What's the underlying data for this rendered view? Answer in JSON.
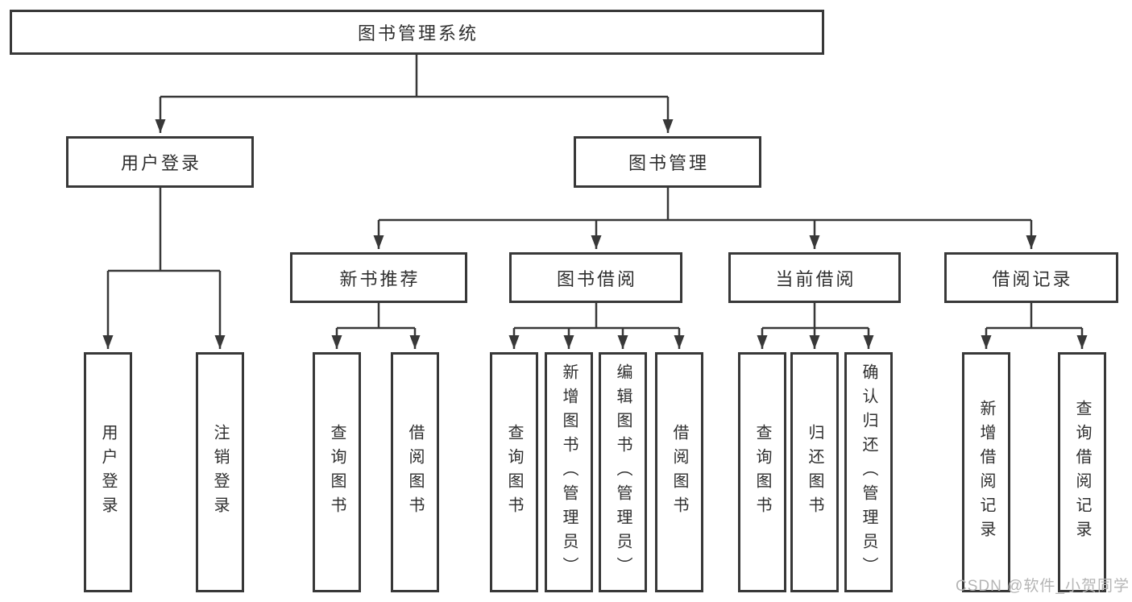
{
  "diagram": {
    "title": "图书管理系统",
    "level2": {
      "user_login": "用户登录",
      "book_mgmt": "图书管理"
    },
    "level3": {
      "new_books": "新书推荐",
      "book_borrow": "图书借阅",
      "current_borrow": "当前借阅",
      "borrow_records": "借阅记录"
    },
    "leaves": {
      "login": "用户登录",
      "logout": "注销登录",
      "nb_query": "查询图书",
      "nb_borrow": "借阅图书",
      "bb_query": "查询图书",
      "bb_add": "新增图书（管理员）",
      "bb_edit": "编辑图书（管理员）",
      "bb_borrow": "借阅图书",
      "cb_query": "查询图书",
      "cb_return": "归还图书",
      "cb_confirm": "确认归还（管理员）",
      "br_add": "新增借阅记录",
      "br_query": "查询借阅记录"
    }
  },
  "watermark": {
    "text": "CSDN @软件_小贺同学"
  },
  "colors": {
    "line": "#383838",
    "text": "#2f2f2f",
    "watermark": "#b5b5b5",
    "background": "#ffffff"
  }
}
